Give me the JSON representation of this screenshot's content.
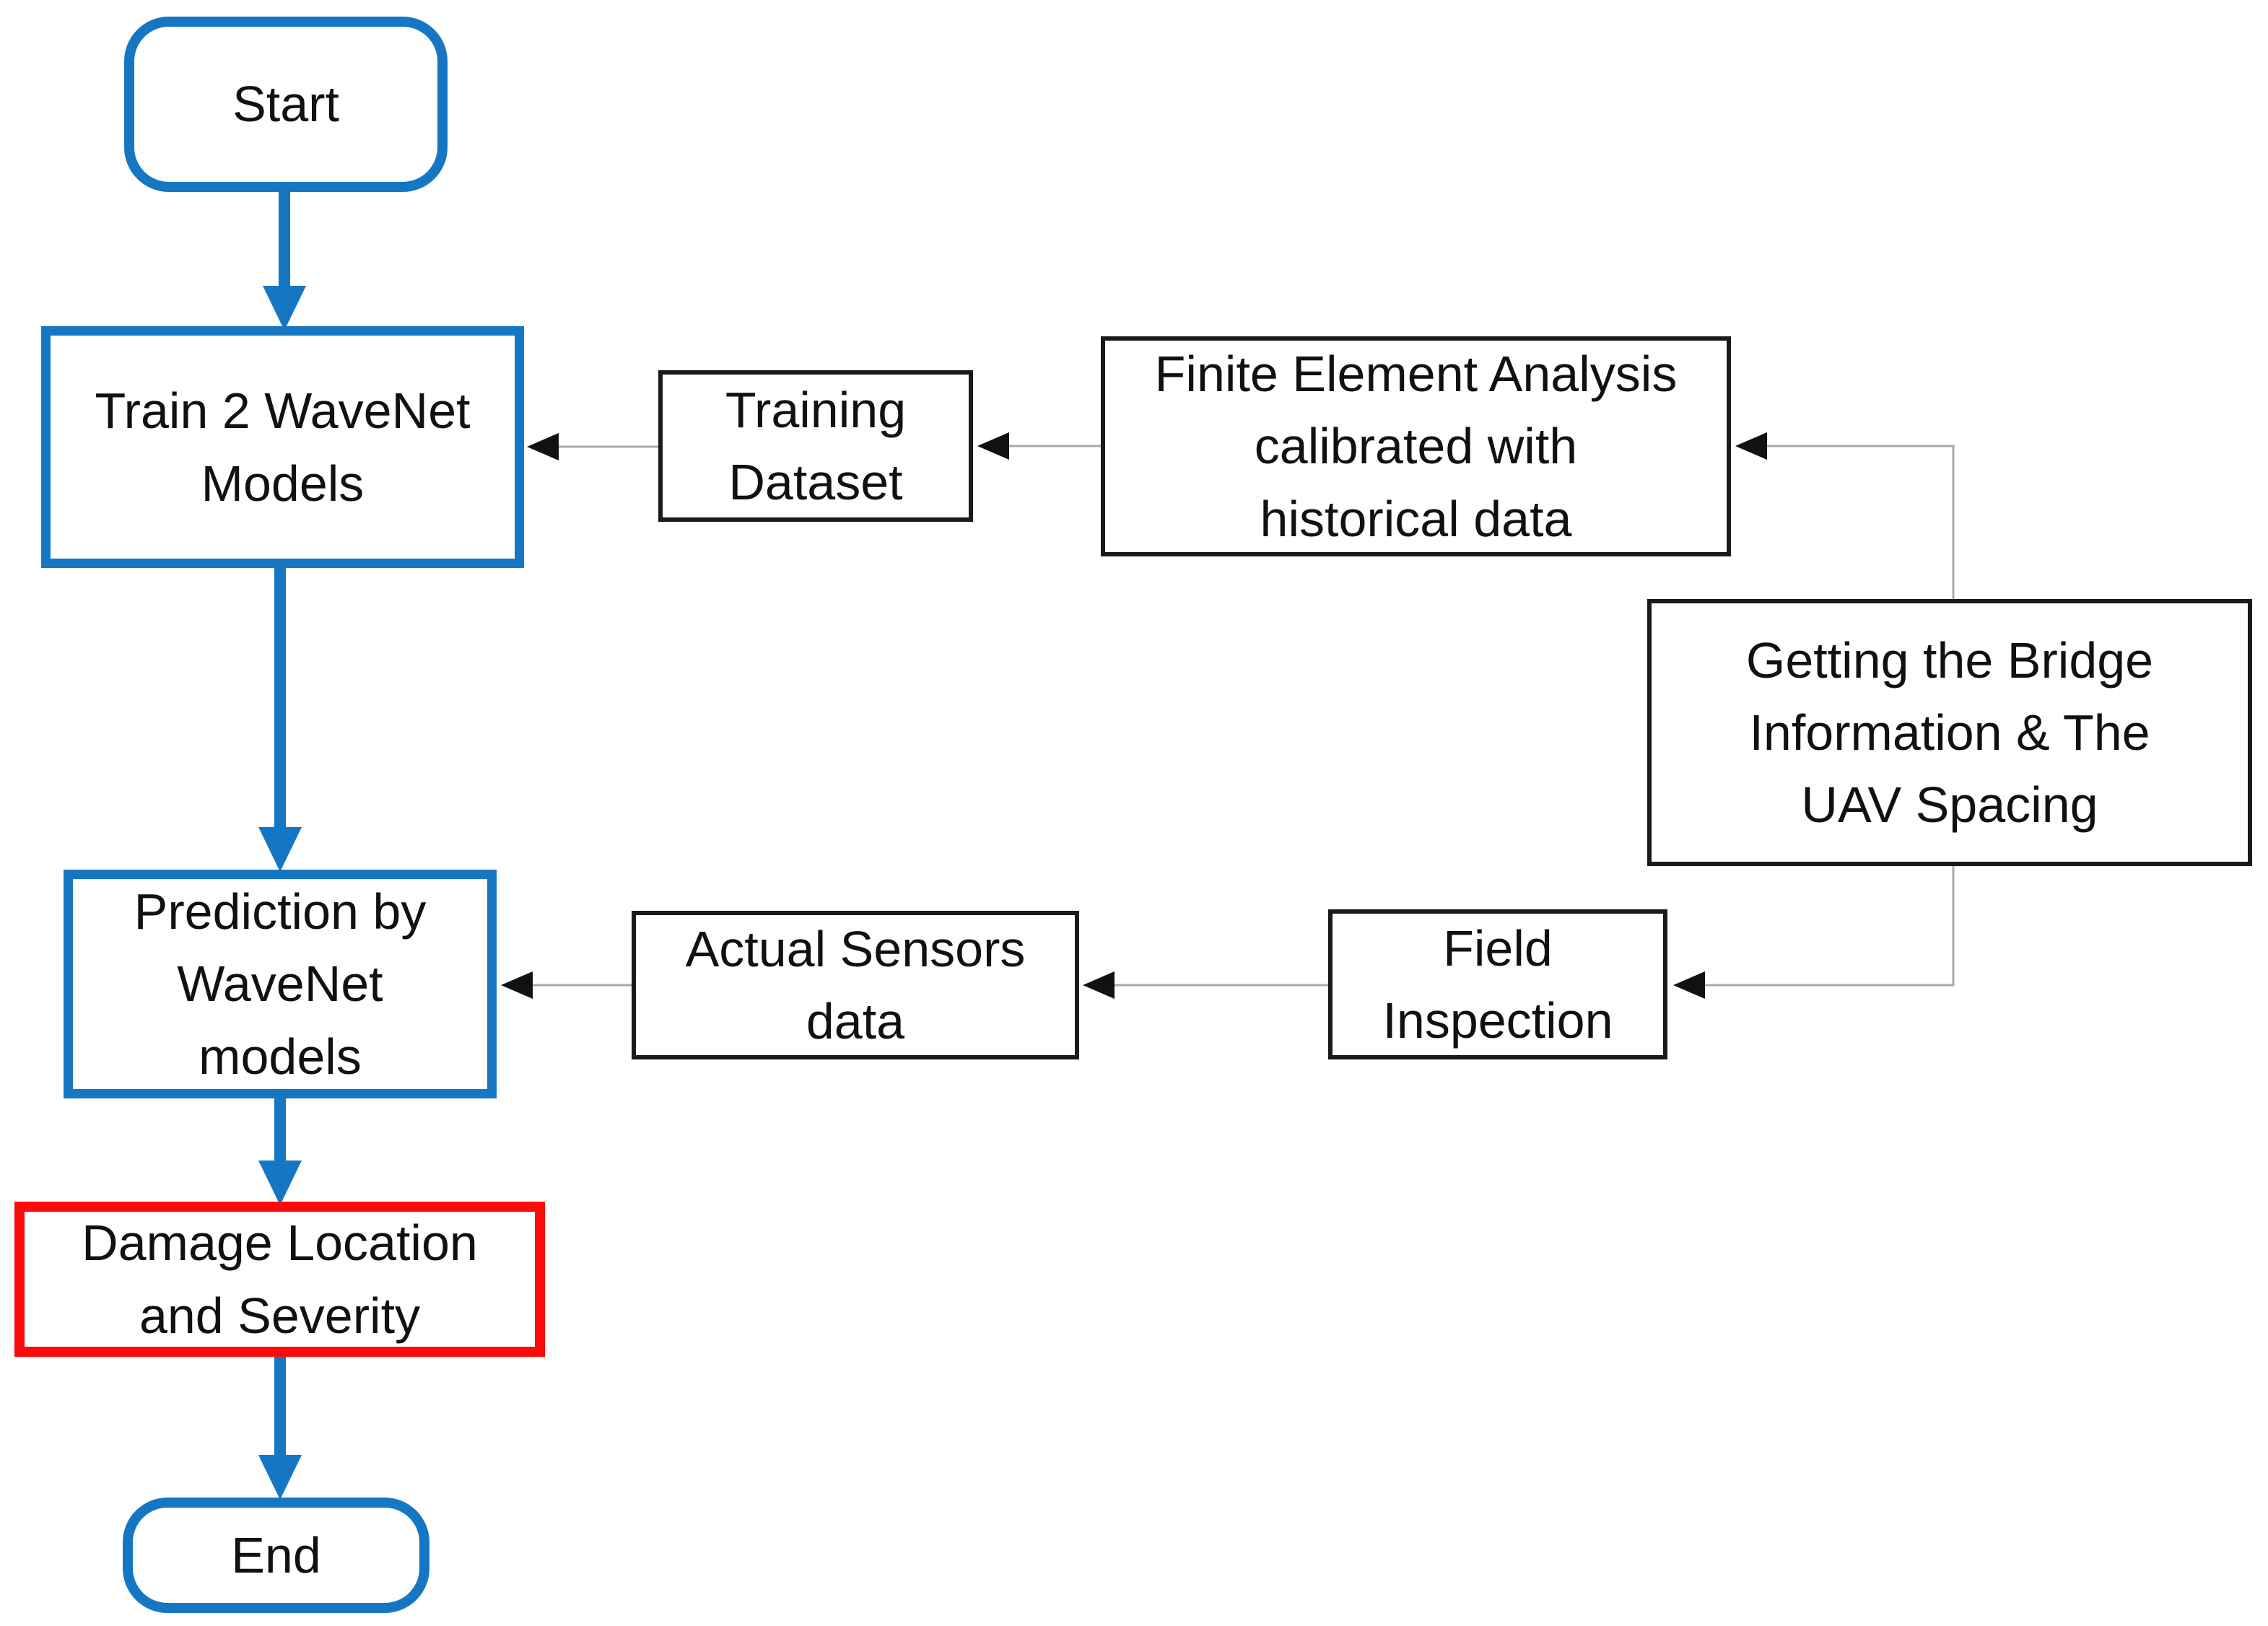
{
  "colors": {
    "accent_blue": "#1577c4",
    "accent_red": "#fa0c0c",
    "box_border_black": "#1a1a1a",
    "connector_gray": "#a9a9a9",
    "text": "#111111",
    "background": "#ffffff"
  },
  "nodes": {
    "start": {
      "label": "Start"
    },
    "train": {
      "label": "Train 2 WaveNet\nModels"
    },
    "training_dataset": {
      "label": "Training\nDataset"
    },
    "fea": {
      "label": "Finite Element Analysis\ncalibrated with\nhistorical data"
    },
    "getting": {
      "label": "Getting the Bridge\nInformation & The\nUAV Spacing"
    },
    "prediction": {
      "label": "Prediction by\nWaveNet\nmodels"
    },
    "actual_sensors": {
      "label": "Actual Sensors\ndata"
    },
    "field": {
      "label": "Field\nInspection"
    },
    "damage": {
      "label": "Damage Location\nand Severity"
    },
    "end": {
      "label": "End"
    }
  }
}
